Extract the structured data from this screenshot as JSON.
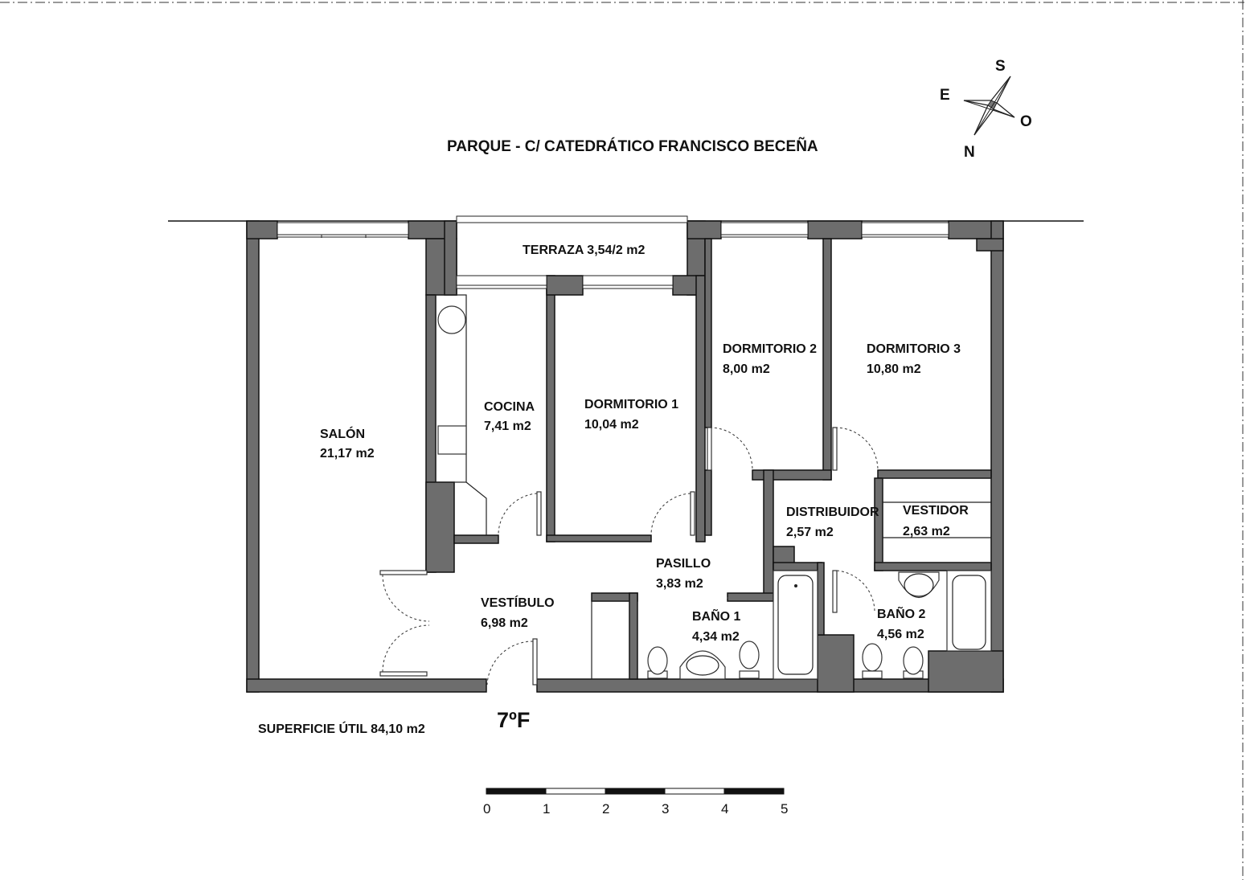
{
  "title": "PARQUE  - C/ CATEDRÁTICO FRANCISCO BECEÑA",
  "compass": {
    "s": "S",
    "e": "E",
    "o": "O",
    "n": "N"
  },
  "rooms": {
    "terraza": {
      "name": "TERRAZA 3,54/2 m2"
    },
    "salon": {
      "name": "SALÓN",
      "area": "21,17 m2"
    },
    "cocina": {
      "name": "COCINA",
      "area": "7,41 m2"
    },
    "dormitorio1": {
      "name": "DORMITORIO 1",
      "area": "10,04 m2"
    },
    "dormitorio2": {
      "name": "DORMITORIO 2",
      "area": "8,00 m2"
    },
    "dormitorio3": {
      "name": "DORMITORIO 3",
      "area": "10,80 m2"
    },
    "distribuidor": {
      "name": "DISTRIBUIDOR",
      "area": "2,57 m2"
    },
    "vestidor": {
      "name": "VESTIDOR",
      "area": "2,63 m2"
    },
    "pasillo": {
      "name": "PASILLO",
      "area": "3,83 m2"
    },
    "vestibulo": {
      "name": "VESTÍBULO",
      "area": "6,98 m2"
    },
    "bano1": {
      "name": "BAÑO 1",
      "area": "4,34 m2"
    },
    "bano2": {
      "name": "BAÑO 2",
      "area": "4,56 m2"
    }
  },
  "unit_label": "7ºF",
  "superficie": "SUPERFICIE ÚTIL 84,10 m2",
  "scale_bar": {
    "ticks": [
      "0",
      "1",
      "2",
      "3",
      "4",
      "5"
    ]
  }
}
